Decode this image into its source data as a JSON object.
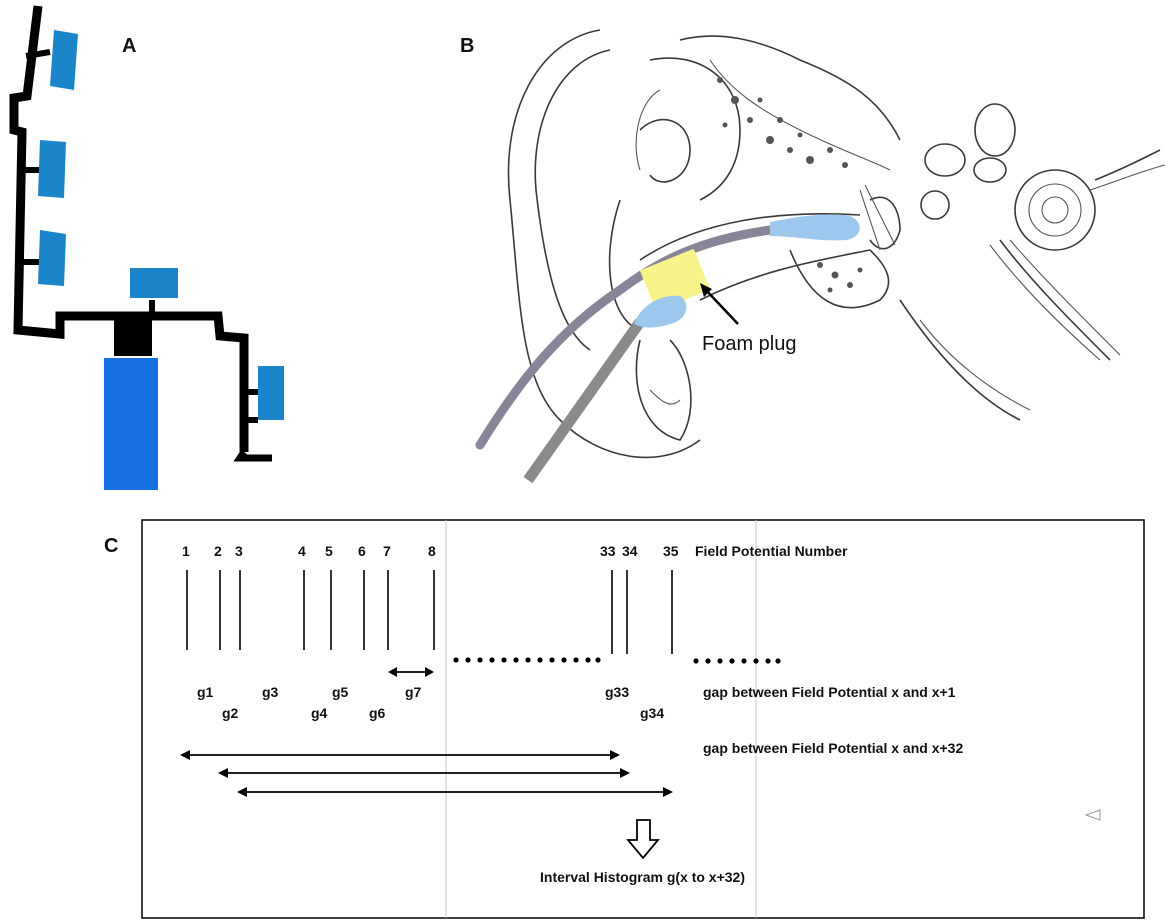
{
  "panels": {
    "a": {
      "letter": "A"
    },
    "b": {
      "letter": "B",
      "callout": "Foam plug"
    },
    "c": {
      "letter": "C",
      "fp_numbers": [
        "1",
        "2",
        "3",
        "4",
        "5",
        "6",
        "7",
        "8",
        "33",
        "34",
        "35"
      ],
      "fp_header": "Field Potential Number",
      "gap_labels": [
        "g1",
        "g2",
        "g3",
        "g4",
        "g5",
        "g6",
        "g7",
        "g33",
        "g34"
      ],
      "gap_adjacent_text": "gap between Field Potential x and x+1",
      "gap_32_text": "gap between Field Potential x and x+32",
      "histogram_text": "Interval Histogram g(x to x+32)"
    }
  },
  "colors": {
    "electrode_blue": "#1a86c9",
    "block_blue": "#1570e0",
    "foam_yellow": "#f8f48a",
    "tube_light_blue": "#9cc8ee",
    "probe_gray": "#8a8a8a"
  }
}
